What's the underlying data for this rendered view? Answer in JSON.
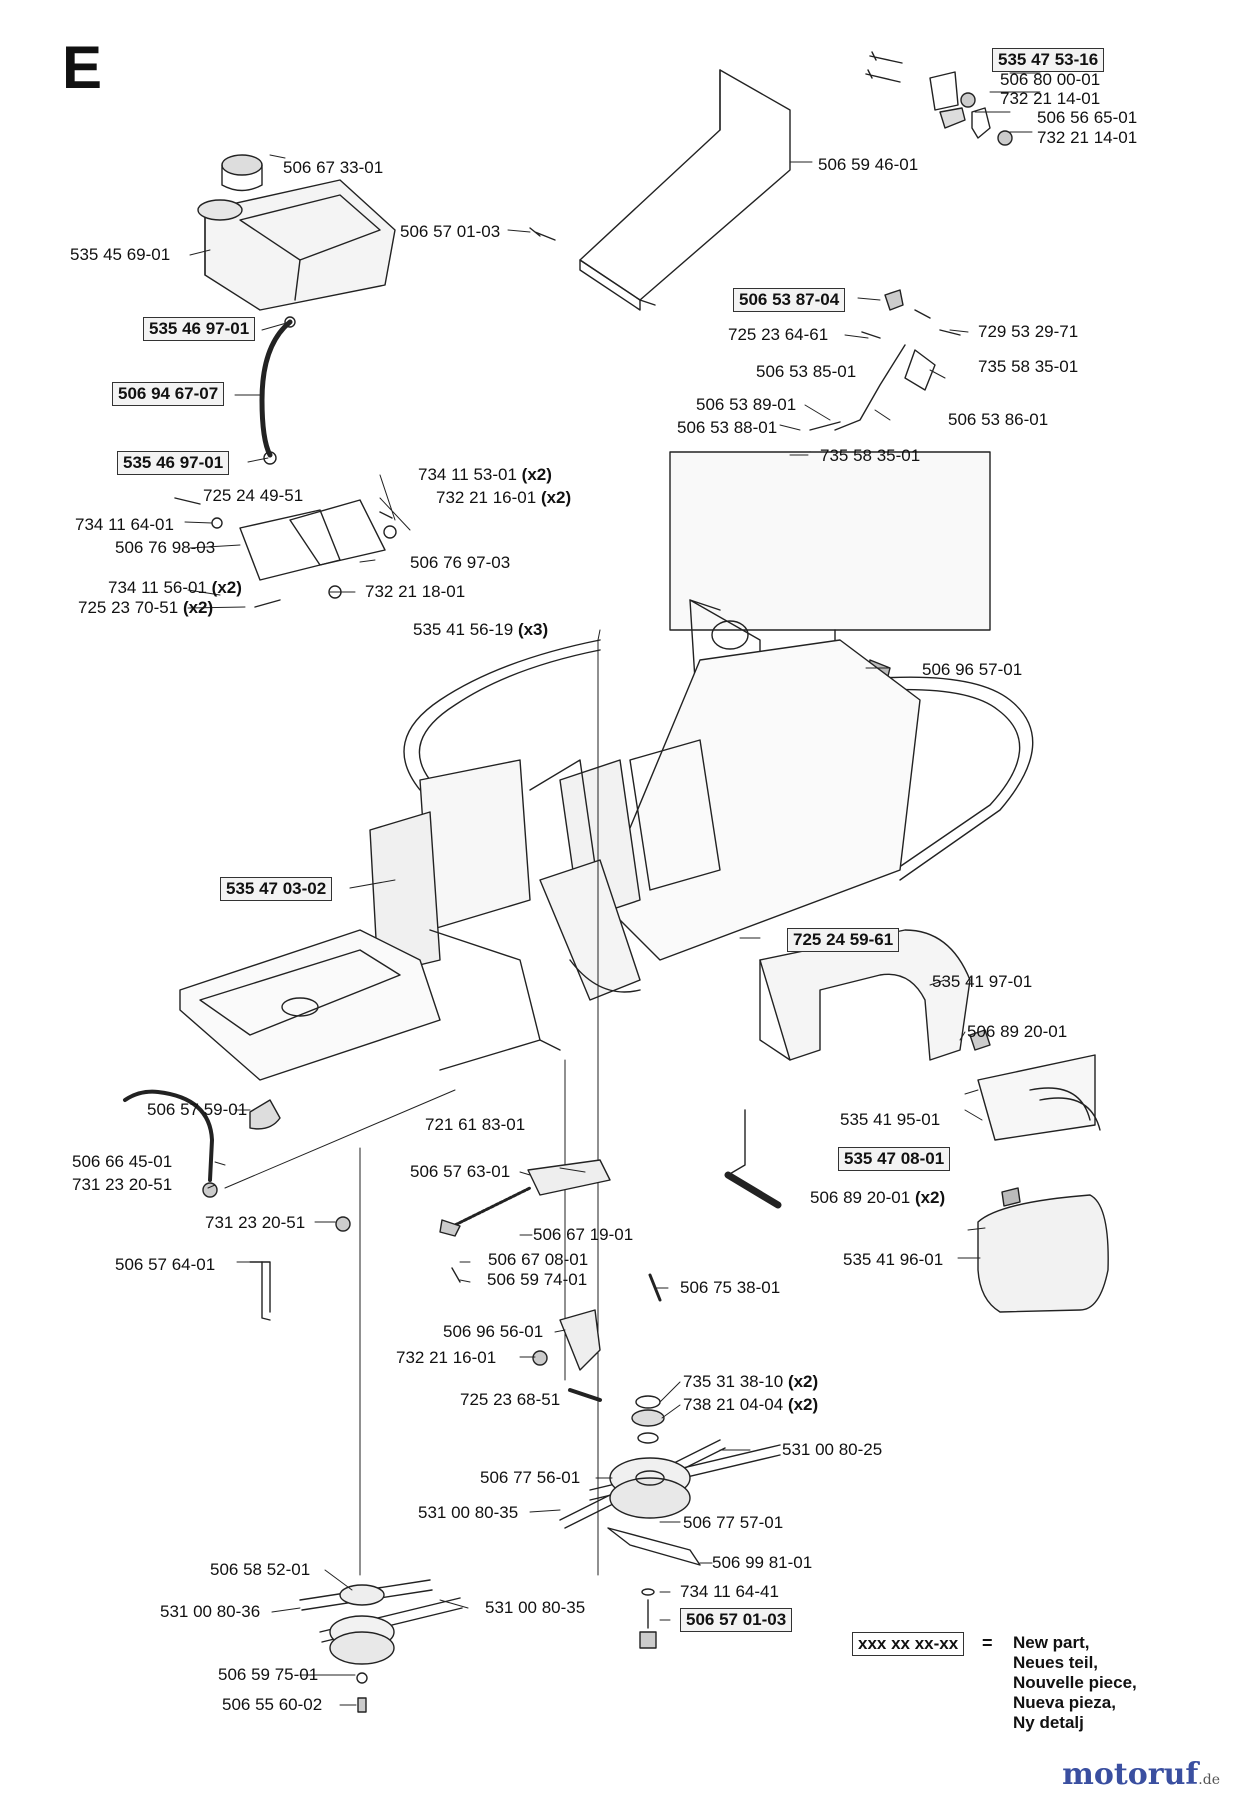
{
  "section": "E",
  "labels": {
    "p535475316": "535 47 53-16",
    "p506800001": "506 80 00-01",
    "p732211401a": "732 21 14-01",
    "p506566501": "506 56 65-01",
    "p732211401b": "732 21 14-01",
    "p506673301": "506 67 33-01",
    "p506594601": "506 59 46-01",
    "p535456901": "535 45 69-01",
    "p506570103a": "506 57 01-03",
    "p535469701a": "535 46 97-01",
    "p506538704": "506 53 87-04",
    "p725236461": "725 23 64-61",
    "p729532971": "729 53 29-71",
    "p506538501": "506 53 85-01",
    "p735583501a": "735 58 35-01",
    "p506946707": "506 94 67-07",
    "p506538901": "506 53 89-01",
    "p506538801": "506 53 88-01",
    "p506538601": "506 53 86-01",
    "p735583501b": "735 58 35-01",
    "p535469701b": "535 46 97-01",
    "p734115301": "734 11 53-01",
    "p725244951": "725 24 49-51",
    "p732211601a": "732 21 16-01",
    "p734116401": "734 11 64-01",
    "p506769803": "506 76 98-03",
    "p506769703": "506 76 97-03",
    "p734115601": "734 11 56-01",
    "p732211801": "732 21 18-01",
    "p725237051": "725 23 70-51",
    "p535415619": "535 41 56-19",
    "p506965701": "506 96 57-01",
    "p535470302": "535 47 03-02",
    "p725245961": "725 24 59-61",
    "p535419701": "535 41 97-01",
    "p506892001a": "506 89 20-01",
    "p506575901": "506 57 59-01",
    "p721618301": "721 61 83-01",
    "p535419501": "535 41 95-01",
    "p506664501": "506 66 45-01",
    "p535470801": "535 47 08-01",
    "p731232051a": "731 23 20-51",
    "p506576301": "506 57 63-01",
    "p506892001b": "506 89 20-01",
    "p731232051b": "731 23 20-51",
    "p506671901": "506 67 19-01",
    "p506670801": "506 67 08-01",
    "p535419601": "535 41 96-01",
    "p506576401": "506 57 64-01",
    "p506597401": "506 59 74-01",
    "p506753801": "506 75 38-01",
    "p506965601": "506 96 56-01",
    "p732211601b": "732 21 16-01",
    "p735313810": "735 31 38-10",
    "p725236851": "725 23 68-51",
    "p738210404": "738 21 04-04",
    "p506775601": "506 77 56-01",
    "p531008025": "531 00 80-25",
    "p531008035a": "531 00 80-35",
    "p506775701": "506 77 57-01",
    "p506998101": "506 99 81-01",
    "p506585201": "506 58 52-01",
    "p734116441": "734 11 64-41",
    "p531008036": "531 00 80-36",
    "p531008035b": "531 00 80-35",
    "p506570103b": "506 57 01-03",
    "p506597501": "506 59 75-01",
    "p506556002": "506 55 60-02"
  },
  "qty": {
    "x2": "(x2)",
    "x3": "(x3)"
  },
  "legend": {
    "key": "xxx xx xx-xx",
    "equals": "=",
    "lines": [
      "New part,",
      "Neues teil,",
      "Nouvelle piece,",
      "Nueva pieza,",
      "Ny detalj"
    ]
  },
  "watermark": {
    "brand": "motoruf",
    "tld": ".de",
    "color": "#3a4fa0"
  }
}
